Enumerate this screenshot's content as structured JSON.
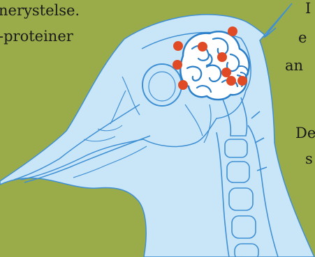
{
  "text": {
    "left_line_1": "nerystelse.",
    "left_line_2": "-proteiner",
    "right_line_1": "I",
    "right_line_2": "e",
    "right_line_3": "an",
    "right_line_4": "De",
    "right_line_5": "s"
  },
  "colors": {
    "background": "#9aab4a",
    "head_fill": "#c9e6f8",
    "line": "#3f8fd4",
    "dots": "#e04a24",
    "text": "#1a1a1a"
  },
  "icons": {
    "brain": "brain-icon",
    "bird_head": "bird-head-illustration"
  }
}
